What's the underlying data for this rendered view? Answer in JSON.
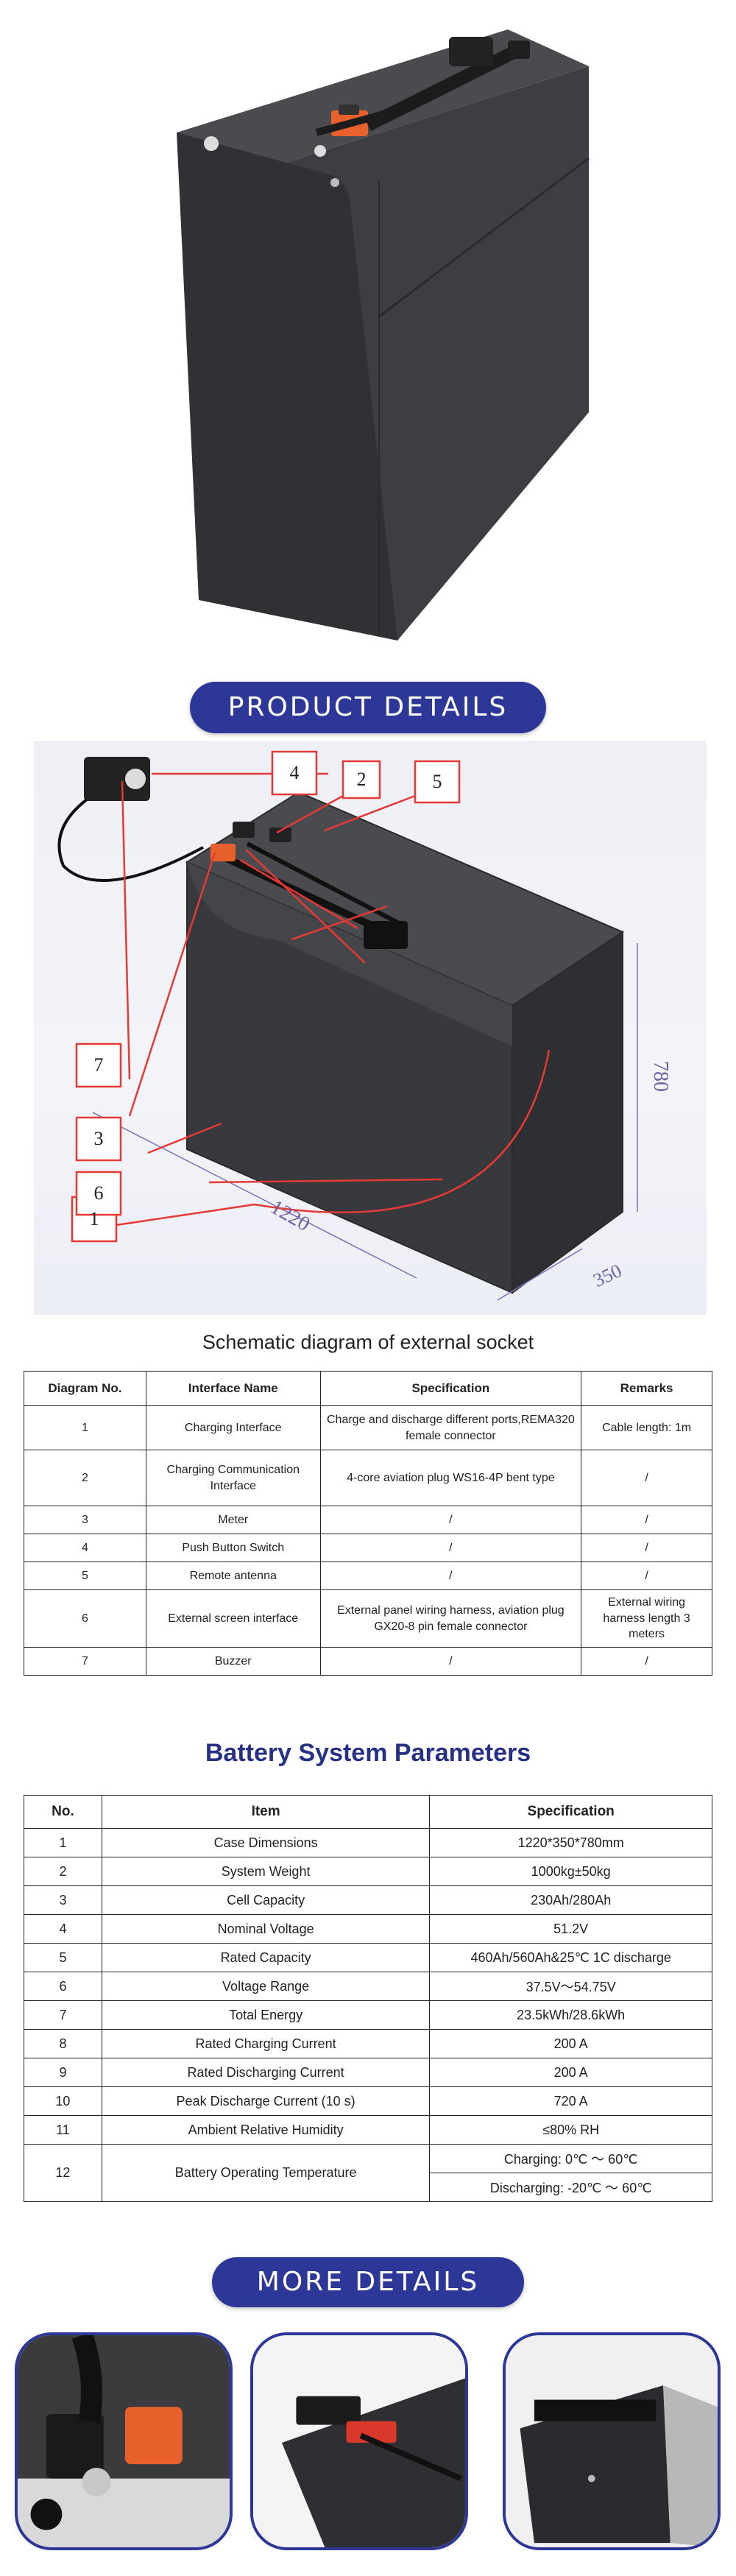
{
  "headers": {
    "product_details": "PRODUCT DETAILS",
    "more_details": "MORE DETAILS"
  },
  "schematic": {
    "callouts": [
      "1",
      "2",
      "3",
      "4",
      "5",
      "6",
      "7"
    ],
    "dim_height": "780",
    "dim_length": "1220",
    "dim_width": "350",
    "caption": "Schematic diagram of external socket"
  },
  "interface_table": {
    "columns": [
      "Diagram No.",
      "Interface Name",
      "Specification",
      "Remarks"
    ],
    "rows": [
      [
        "1",
        "Charging Interface",
        "Charge and discharge different ports,REMA320 female connector",
        "Cable length: 1m"
      ],
      [
        "2",
        "Charging Communication Interface",
        "4-core aviation plug WS16-4P bent type",
        "/"
      ],
      [
        "3",
        "Meter",
        "/",
        "/"
      ],
      [
        "4",
        "Push Button Switch",
        "/",
        "/"
      ],
      [
        "5",
        "Remote antenna",
        "/",
        "/"
      ],
      [
        "6",
        "External screen interface",
        "External panel wiring harness, aviation plug GX20-8 pin female connector",
        "External wiring harness length 3 meters"
      ],
      [
        "7",
        "Buzzer",
        "/",
        "/"
      ]
    ]
  },
  "params": {
    "title": "Battery System Parameters",
    "columns": [
      "No.",
      "Item",
      "Specification"
    ],
    "rows": [
      [
        "1",
        "Case Dimensions",
        "1220*350*780mm"
      ],
      [
        "2",
        "System Weight",
        "1000kg±50kg"
      ],
      [
        "3",
        "Cell Capacity",
        "230Ah/280Ah"
      ],
      [
        "4",
        "Nominal Voltage",
        "51.2V"
      ],
      [
        "5",
        "Rated Capacity",
        "460Ah/560Ah&25℃ 1C discharge"
      ],
      [
        "6",
        "Voltage Range",
        "37.5V～54.75V"
      ],
      [
        "7",
        "Total Energy",
        "23.5kWh/28.6kWh"
      ],
      [
        "8",
        "Rated Charging Current",
        "200 A"
      ],
      [
        "9",
        "Rated Discharging Current",
        "200 A"
      ],
      [
        "10",
        "Peak Discharge Current (10 s)",
        "720 A"
      ],
      [
        "11",
        "Ambient Relative Humidity",
        "≤80% RH"
      ]
    ],
    "row12": {
      "no": "12",
      "item": "Battery Operating Temperature",
      "charging": "Charging: 0℃ ～ 60℃",
      "discharging": "Discharging: -20℃ ～ 60℃"
    }
  },
  "colors": {
    "accent": "#2d3797",
    "title_blue": "#263186",
    "callout_red": "#e53935",
    "battery_body": "#3a3b3e"
  }
}
